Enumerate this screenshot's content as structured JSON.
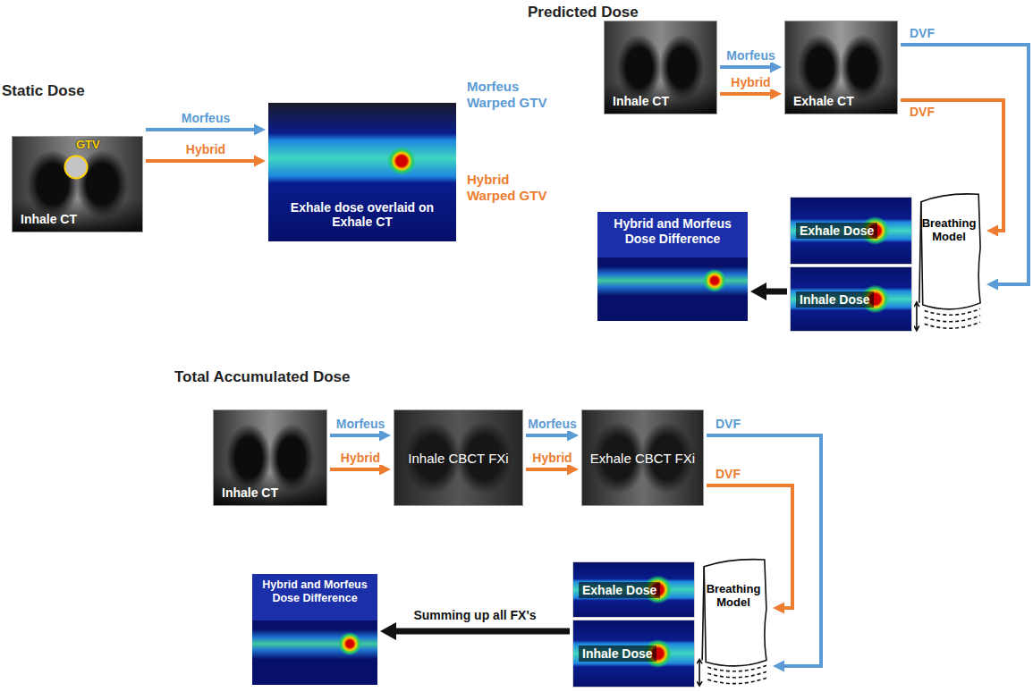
{
  "diagram": {
    "nodes": [
      {
        "text": [
          "GTV",
          "Inhale CT"
        ]
      },
      {
        "text": [
          "Exhale dose overlaid on Exhale CT"
        ]
      },
      {
        "text": [
          "Inhale CT"
        ]
      },
      {
        "text": [
          "Exhale CT"
        ]
      },
      {
        "text": [
          "Exhale Dose"
        ]
      },
      {
        "text": [
          "Inhale Dose"
        ]
      },
      {
        "text": [
          "Breathing Model"
        ]
      },
      {
        "text": [
          "Hybrid and Morfeus Dose Difference"
        ]
      },
      {
        "text": [
          "Inhale CT"
        ]
      },
      {
        "text": [
          "Inhale CBCT FXi"
        ]
      },
      {
        "text": [
          "Exhale CBCT FXi"
        ]
      },
      {
        "text": [
          "Exhale Dose"
        ]
      },
      {
        "text": [
          "Inhale Dose"
        ]
      },
      {
        "text": [
          "Breathing Model"
        ]
      },
      {
        "text": [
          "Hybrid and Morfeus Dose Difference"
        ]
      }
    ],
    "edges": [
      {
        "from": 0,
        "to": 1,
        "label": "Morfeus",
        "arrow": "to"
      },
      {
        "from": 0,
        "to": 1,
        "label": "Hybrid",
        "arrow": "to"
      },
      {
        "from": 2,
        "to": 3,
        "label": "Morfeus",
        "arrow": "to"
      },
      {
        "from": 2,
        "to": 3,
        "label": "Hybrid",
        "arrow": "to"
      },
      {
        "from": 3,
        "to": 6,
        "label": "DVF",
        "arrow": "to"
      },
      {
        "from": 3,
        "to": 6,
        "label": "DVF",
        "arrow": "to"
      },
      {
        "from": 5,
        "to": 7,
        "arrow": "to"
      },
      {
        "from": 8,
        "to": 9,
        "label": "Morfeus",
        "arrow": "to"
      },
      {
        "from": 8,
        "to": 9,
        "label": "Hybrid",
        "arrow": "to"
      },
      {
        "from": 9,
        "to": 10,
        "label": "Morfeus",
        "arrow": "to"
      },
      {
        "from": 9,
        "to": 10,
        "label": "Hybrid",
        "arrow": "to"
      },
      {
        "from": 10,
        "to": 13,
        "label": "DVF",
        "arrow": "to"
      },
      {
        "from": 10,
        "to": 13,
        "label": "DVF",
        "arrow": "to"
      },
      {
        "from": 12,
        "to": 14,
        "label": "Summing up all FX's",
        "arrow": "to"
      }
    ],
    "labels": [
      "Static Dose",
      "Predicted Dose",
      "Total Accumulated Dose",
      "Morfeus Warped GTV",
      "Hybrid Warped GTV"
    ]
  }
}
